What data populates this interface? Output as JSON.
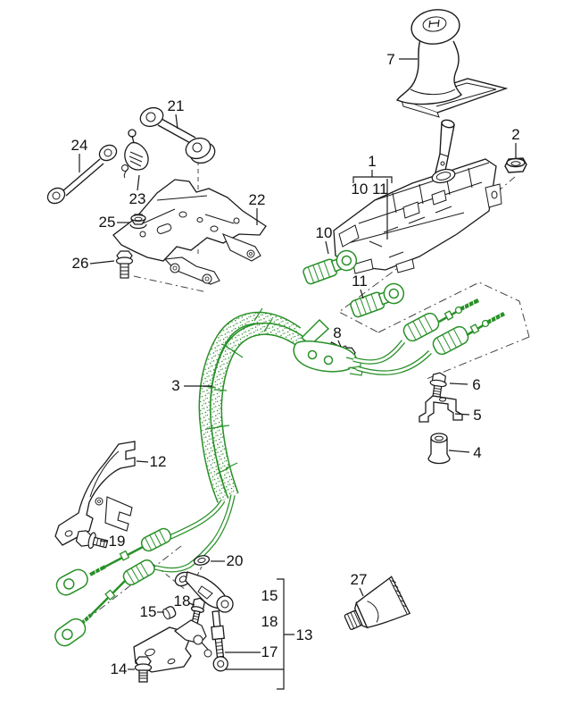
{
  "diagram": {
    "type": "exploded-parts-diagram",
    "subject": "manual gearshift lever, shift cables and linkage",
    "background": "#ffffff",
    "line_color": "#1a1a1a",
    "highlight_color": "#289028",
    "stipple_color": "#1d7e1d",
    "phantom_color": "#444444",
    "callouts": [
      {
        "id": "7",
        "label": "7"
      },
      {
        "id": "1",
        "label": "1"
      },
      {
        "id": "10-11",
        "label": "10 11"
      },
      {
        "id": "2",
        "label": "2"
      },
      {
        "id": "10",
        "label": "10"
      },
      {
        "id": "11",
        "label": "11"
      },
      {
        "id": "8",
        "label": "8"
      },
      {
        "id": "3",
        "label": "3"
      },
      {
        "id": "6",
        "label": "6"
      },
      {
        "id": "5",
        "label": "5"
      },
      {
        "id": "4",
        "label": "4"
      },
      {
        "id": "12",
        "label": "12"
      },
      {
        "id": "19",
        "label": "19"
      },
      {
        "id": "20",
        "label": "20"
      },
      {
        "id": "15a",
        "label": "15"
      },
      {
        "id": "18a",
        "label": "18"
      },
      {
        "id": "14",
        "label": "14"
      },
      {
        "id": "17",
        "label": "17"
      },
      {
        "id": "15b",
        "label": "15"
      },
      {
        "id": "18b",
        "label": "18"
      },
      {
        "id": "13",
        "label": "13"
      },
      {
        "id": "27",
        "label": "27"
      },
      {
        "id": "21",
        "label": "21"
      },
      {
        "id": "22",
        "label": "22"
      },
      {
        "id": "23",
        "label": "23"
      },
      {
        "id": "24",
        "label": "24"
      },
      {
        "id": "25",
        "label": "25"
      },
      {
        "id": "26",
        "label": "26"
      }
    ]
  }
}
